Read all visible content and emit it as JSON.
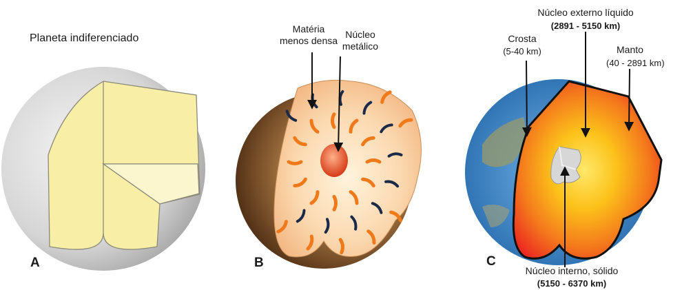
{
  "panel_a": {
    "title": "Planeta indiferenciado",
    "letter": "A"
  },
  "panel_b": {
    "label_light": "Matéria\nmenos densa",
    "label_core": "Núcleo\nmetálico",
    "letter": "B"
  },
  "panel_c": {
    "outer_core_name": "Núcleo externo líquido",
    "outer_core_range": "(2891 - 5150 km)",
    "crust_name": "Crosta",
    "crust_range": "(5-40 km)",
    "mantle_name": "Manto",
    "mantle_range": "(40 - 2891 km)",
    "inner_core_name": "Núcleo interno, sólido",
    "inner_core_range": "(5150 - 6370 km)",
    "letter": "C"
  },
  "colors": {
    "pale_yellow": "#f8eea6",
    "globe_grey": "#c8c8c8",
    "brown": "#6a3f1e",
    "peach": "#f6c79a",
    "orange_streak": "#f07a1a",
    "dark_streak": "#1c2a4a",
    "core_red": "#e2421e",
    "mantle_red": "#ee2a22",
    "outer_core_yellow": "#fbb616",
    "ocean_blue": "#3f8ed0"
  }
}
